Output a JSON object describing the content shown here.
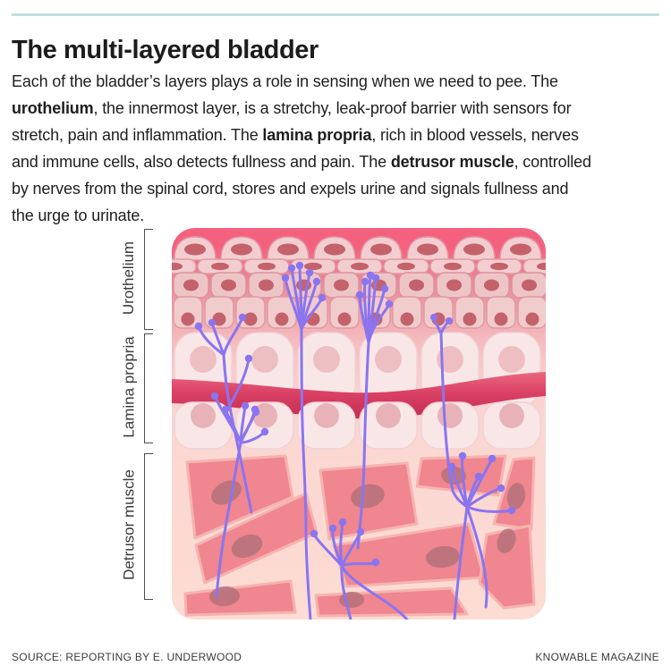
{
  "header": {
    "title": "The multi-layered bladder"
  },
  "intro": {
    "lines": [
      [
        {
          "t": "Each of the bladder’s layers plays a role in sensing when we need to pee. The",
          "b": 0
        }
      ],
      [
        {
          "t": "urothelium",
          "b": 1
        },
        {
          "t": ", the innermost layer, is a stretchy, leak-proof barrier with sensors for",
          "b": 0
        }
      ],
      [
        {
          "t": "stretch, pain and inflammation. The ",
          "b": 0
        },
        {
          "t": "lamina propria",
          "b": 1
        },
        {
          "t": ", rich in blood vessels, nerves",
          "b": 0
        }
      ],
      [
        {
          "t": "and immune cells, also detects fullness and pain. The ",
          "b": 0
        },
        {
          "t": "detrusor muscle",
          "b": 1
        },
        {
          "t": ", controlled",
          "b": 0
        }
      ],
      [
        {
          "t": "by nerves from the spinal cord, stores and expels urine and signals fullness and",
          "b": 0
        }
      ],
      [
        {
          "t": "the urge to urinate.",
          "b": 0
        }
      ]
    ]
  },
  "diagram": {
    "layers": [
      {
        "label": "Urothelium"
      },
      {
        "label": "Lamina propria"
      },
      {
        "label": "Detrusor muscle"
      }
    ]
  },
  "palette": {
    "rule_teal": "#bfe0e1",
    "title_text": "#1c1c1c",
    "body_text": "#1e1e1e",
    "label_text": "#3b3b3b",
    "footer_text": "#3a3a3a",
    "bg_top_pink": "#f4617f",
    "bg_bottom_pink": "#fcdcd3",
    "cell_pink": "#f3ced0",
    "cell_pink_mid": "#eec5c7",
    "nucleus_red": "#c4626b",
    "lamina_cell": "#f9e7e7",
    "lamina_nucleus": "#eebfc2",
    "vessel_red": "#d63b60",
    "muscle_pink": "#f0868f",
    "muscle_nucleus": "#b4717a",
    "nerve_purple": "#8a74f0"
  },
  "footer": {
    "source": "SOURCE: REPORTING BY E. UNDERWOOD",
    "brand": "KNOWABLE MAGAZINE"
  }
}
